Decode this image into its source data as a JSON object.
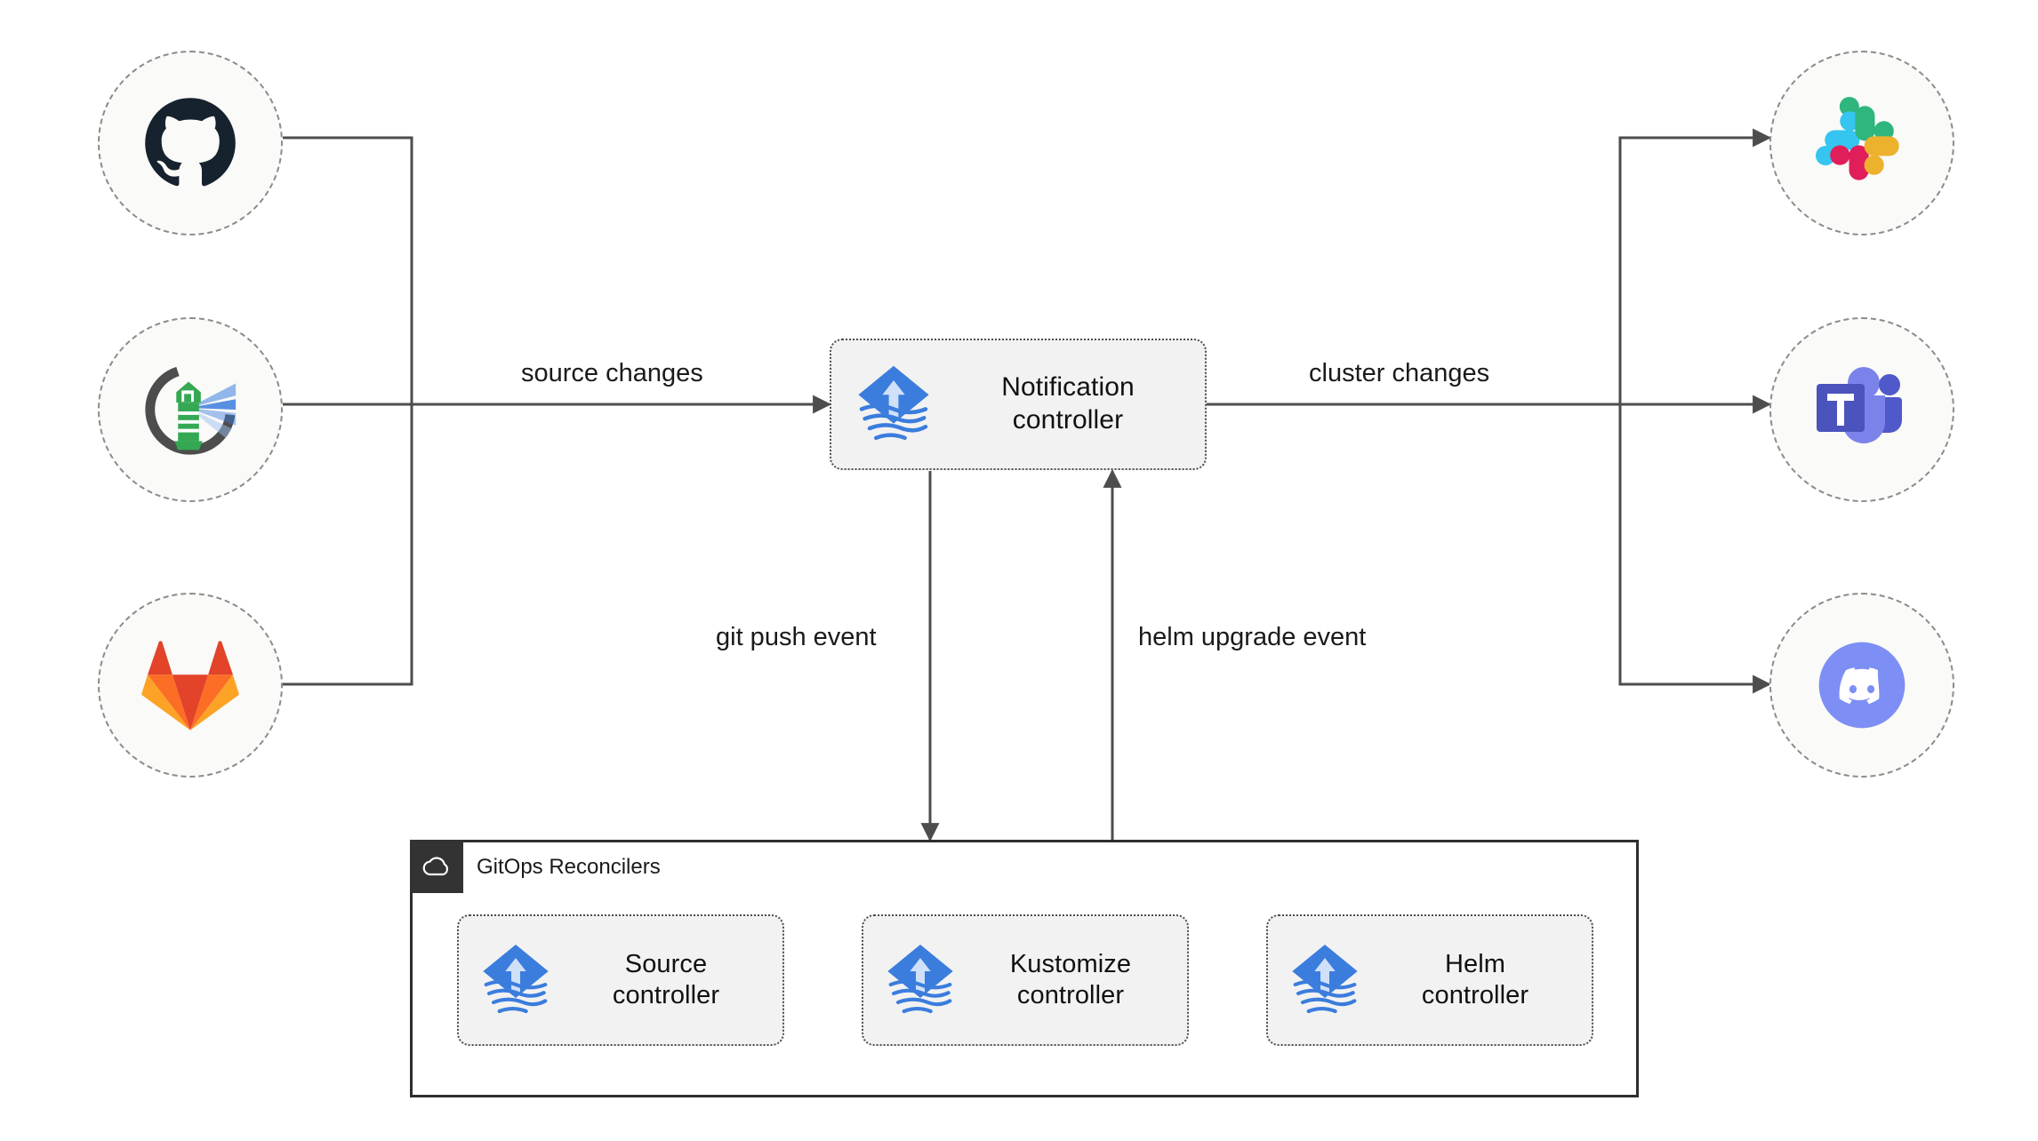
{
  "diagram": {
    "title": "Flux notification architecture",
    "background": "#ffffff",
    "line_color": "#4d4d4d",
    "accent_blue": "#3b7ddd"
  },
  "sources": [
    {
      "id": "github",
      "icon": "github-icon",
      "label": "GitHub",
      "color": "#16232e"
    },
    {
      "id": "harbor",
      "icon": "harbor-icon",
      "label": "Harbor",
      "color": "#4a4a4a"
    },
    {
      "id": "gitlab",
      "icon": "gitlab-icon",
      "label": "GitLab",
      "color": "#e24329"
    }
  ],
  "targets": [
    {
      "id": "slack",
      "icon": "slack-icon",
      "label": "Slack",
      "color": "#36c5f0"
    },
    {
      "id": "teams",
      "icon": "microsoft-teams-icon",
      "label": "Microsoft Teams",
      "color": "#5059c9"
    },
    {
      "id": "discord",
      "icon": "discord-icon",
      "label": "Discord",
      "color": "#7d8ef4"
    }
  ],
  "notification": {
    "icon": "flux-icon",
    "label": "Notification\ncontroller"
  },
  "group": {
    "badge_icon": "cloud-icon",
    "title": "GitOps Reconcilers",
    "controllers": [
      {
        "id": "source",
        "icon": "flux-icon",
        "label": "Source\ncontroller"
      },
      {
        "id": "kustomize",
        "icon": "flux-icon",
        "label": "Kustomize\ncontroller"
      },
      {
        "id": "helm",
        "icon": "flux-icon",
        "label": "Helm\ncontroller"
      }
    ]
  },
  "edges": {
    "source_changes": "source changes",
    "cluster_changes": "cluster changes",
    "git_push_event": "git push event",
    "helm_upgrade_event": "helm upgrade event"
  }
}
